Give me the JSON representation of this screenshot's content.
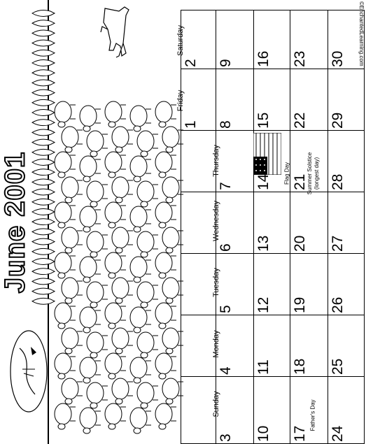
{
  "calendar": {
    "month": "June",
    "year": "2001",
    "title": "June 2001",
    "copyright": "©EnchantedLearning.com",
    "weekdays": [
      "Sunday",
      "Monday",
      "Tuesday",
      "Wednesday",
      "Thursday",
      "Friday",
      "Saturday"
    ],
    "weeks": [
      [
        "",
        "",
        "",
        "",
        "",
        "1",
        "2"
      ],
      [
        "3",
        "4",
        "5",
        "6",
        "7",
        "8",
        "9"
      ],
      [
        "10",
        "11",
        "12",
        "13",
        "14",
        "15",
        "16"
      ],
      [
        "17",
        "18",
        "19",
        "20",
        "21",
        "22",
        "23"
      ],
      [
        "24",
        "25",
        "26",
        "27",
        "28",
        "29",
        "30"
      ]
    ],
    "events": {
      "fathers_day": "Father's Day",
      "flag_day": "Flag Day",
      "summer_solstice": "Summer Solstice",
      "summer_solstice_note": "(longest day)"
    }
  },
  "art": {
    "icons": [
      "tree-fence-icon",
      "sheep-herd-icon",
      "sheepdog-icon",
      "enchanted-learning-logo-icon",
      "us-flag-icon"
    ]
  },
  "colors": {
    "ink": "#000000",
    "paper": "#ffffff"
  }
}
